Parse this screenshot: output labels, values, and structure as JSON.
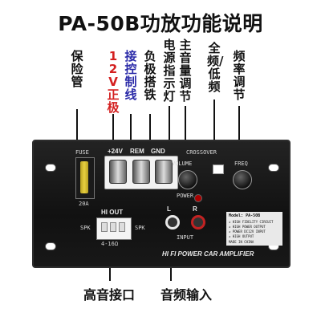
{
  "title": "PA-50B功放功能说明",
  "callouts": [
    {
      "text": "保险管",
      "color": "#111111"
    },
    {
      "text": "12V正极",
      "color": "#d42020"
    },
    {
      "text": "接控制线",
      "color": "#2a2aa8"
    },
    {
      "text": "负极搭铁",
      "color": "#111111"
    },
    {
      "text": "电源指示灯",
      "color": "#111111"
    },
    {
      "text": "主音量调节",
      "color": "#111111"
    },
    {
      "text": "全频/低频",
      "color": "#111111"
    },
    {
      "text": "频率调节",
      "color": "#111111"
    }
  ],
  "bottom_labels": {
    "tweeter": "高音接口",
    "audio_in": "音频输入"
  },
  "board": {
    "fuse": "FUSE",
    "fuse_rating": "20A",
    "v24": "+24V",
    "rem": "REM",
    "gnd": "GND",
    "crossover": "CROSSOVER",
    "volume": "VOLUME",
    "freq": "FREQ",
    "power": "POWER",
    "input": "INPUT",
    "hi_out": "HI OUT",
    "spk_left": "SPK",
    "spk_right": "SPK",
    "imp": "4-16Ω",
    "l": "L",
    "r": "R",
    "model": "Model: PA-50B",
    "sticker_lines": [
      "★ HIGH FIDELITY CIRCUIT",
      "★ HIGH POWER OUTPUT",
      "★ POWER DC12V INPUT",
      "★ HIGH OUTPUT"
    ],
    "made_in": "MADE IN CHINA",
    "banner": "HI FI POWER CAR AMPLIFIER"
  },
  "colors": {
    "board": "#141414",
    "jack_red": "#c22222",
    "jack_white": "#e8e8e8",
    "fuse": "#d8c030"
  }
}
